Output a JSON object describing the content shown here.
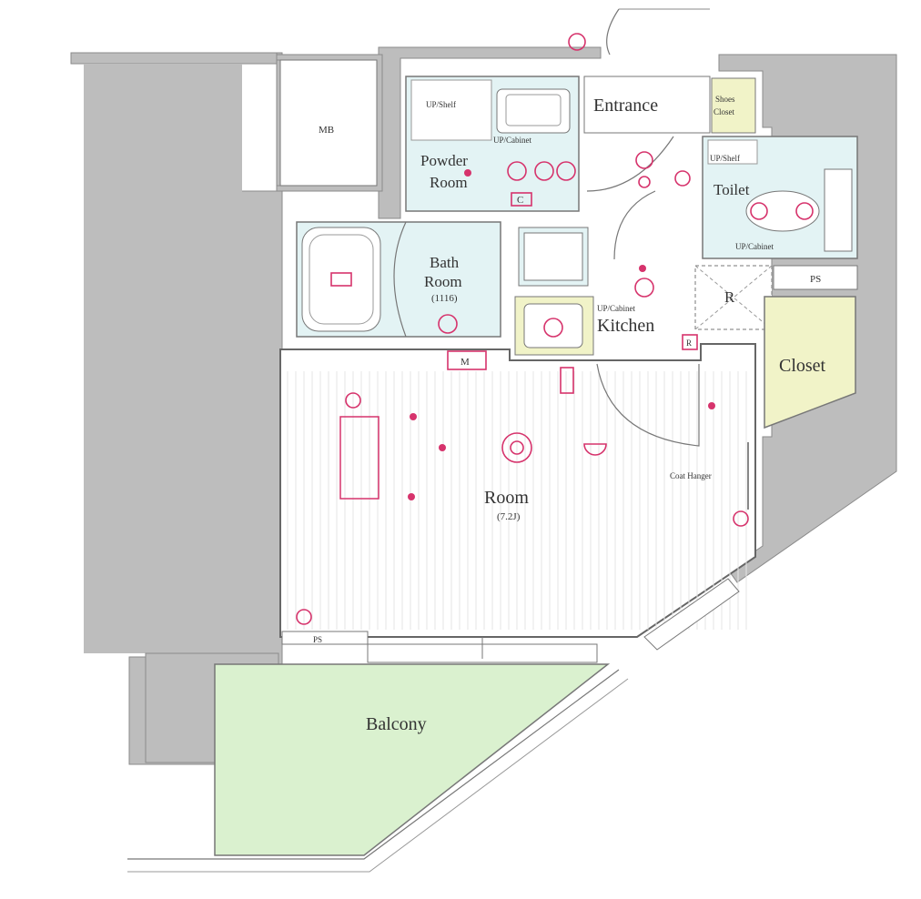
{
  "rooms": {
    "mb": "MB",
    "entrance": "Entrance",
    "shoes_closet_line1": "Shoes",
    "shoes_closet_line2": "Closet",
    "powder_line1": "Powder",
    "powder_line2": "Room",
    "powder_up_shelf": "UP/Shelf",
    "powder_up_cabinet": "UP/Cabinet",
    "powder_c": "C",
    "bath_line1": "Bath",
    "bath_line2": "Room",
    "bath_size": "(1116)",
    "toilet": "Toilet",
    "toilet_up_shelf": "UP/Shelf",
    "toilet_up_cabinet": "UP/Cabinet",
    "ps_top": "PS",
    "r": "R",
    "kitchen": "Kitchen",
    "kitchen_up_cabinet": "UP/Cabinet",
    "kitchen_r": "R",
    "closet": "Closet",
    "m": "M",
    "room": "Room",
    "room_size": "(7.2J)",
    "coat_hanger": "Coat Hanger",
    "ps_bottom": "PS",
    "balcony": "Balcony"
  },
  "colors": {
    "wall": "#bdbdbd",
    "wet_area": "#e3f3f4",
    "closet": "#f1f3c8",
    "balcony": "#daf1cf",
    "floor": "#ffffff",
    "fixtures": "#d6336c"
  }
}
